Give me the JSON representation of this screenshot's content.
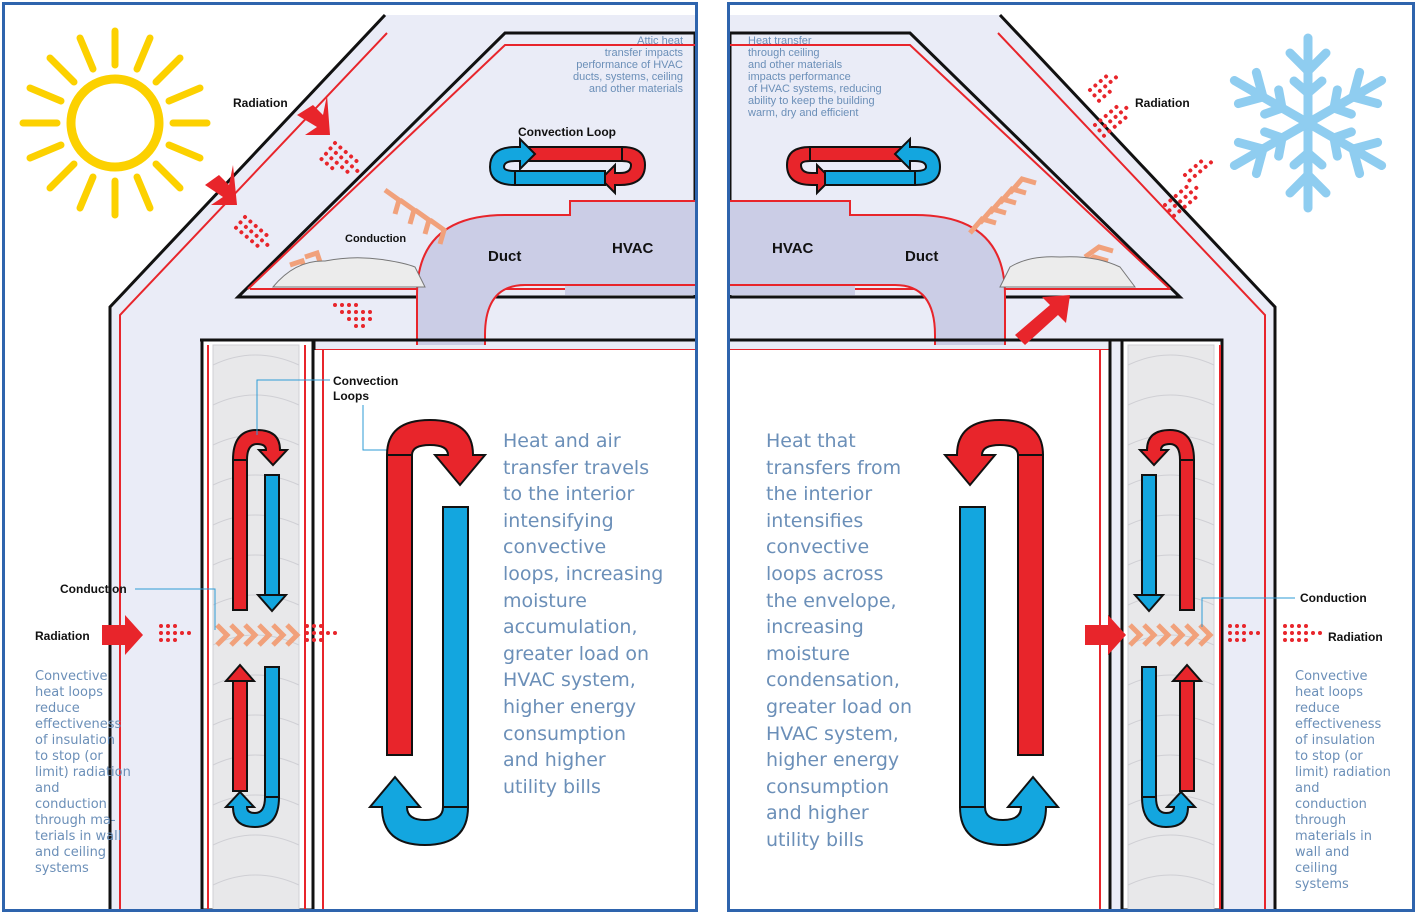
{
  "colors": {
    "border": "#2e64ad",
    "house_fill": "#eaecf7",
    "hot": "#e8252b",
    "cold": "#13a6df",
    "conduction": "#f1a17b",
    "sun": "#fcd100",
    "snow": "#8fcdf0",
    "duct": "#cbcde6",
    "text_blue": "#6b8fb8"
  },
  "left": {
    "icon": "sun-icon",
    "radiation_roof": "Radiation",
    "attic_note": "Attic heat\ntransfer impacts\nperformance of HVAC\nducts, systems, ceiling\nand other materials",
    "convection_loop": "Convection Loop",
    "conduction_attic": "Conduction",
    "duct": "Duct",
    "hvac": "HVAC",
    "convection_loops": "Convection\nLoops",
    "conduction_wall": "Conduction",
    "radiation_wall": "Radiation",
    "side_note": "Convective\nheat loops\nreduce\neffectiveness\nof insulation\nto stop (or\nlimit) radiation\nand\nconduction\nthrough ma-\nterials in wall\nand ceiling\nsystems",
    "main_text": "Heat and air\ntransfer travels\nto the interior\nintensifying\nconvective\nloops, increasing\nmoisture\naccumulation,\ngreater load on\nHVAC system,\nhigher energy\nconsumption\nand higher\nutility bills"
  },
  "right": {
    "icon": "snowflake-icon",
    "radiation_roof": "Radiation",
    "attic_note": "Heat transfer\nthrough ceiling\nand other materials\nimpacts performance\nof HVAC systems, reducing\nability to keep the building\nwarm, dry and efficient",
    "hvac": "HVAC",
    "duct": "Duct",
    "conduction_wall": "Conduction",
    "radiation_wall": "Radiation",
    "side_note": "Convective\nheat loops\nreduce\neffectiveness\nof insulation\nto stop (or\nlimit) radiation\nand\nconduction\nthrough\nmaterials in\nwall and\nceiling\nsystems",
    "main_text": "Heat that\ntransfers from\nthe interior\nintensifies\nconvective\nloops across\nthe envelope,\nincreasing\nmoisture\ncondensation,\ngreater load on\nHVAC system,\nhigher energy\nconsumption\nand higher\nutility bills"
  }
}
